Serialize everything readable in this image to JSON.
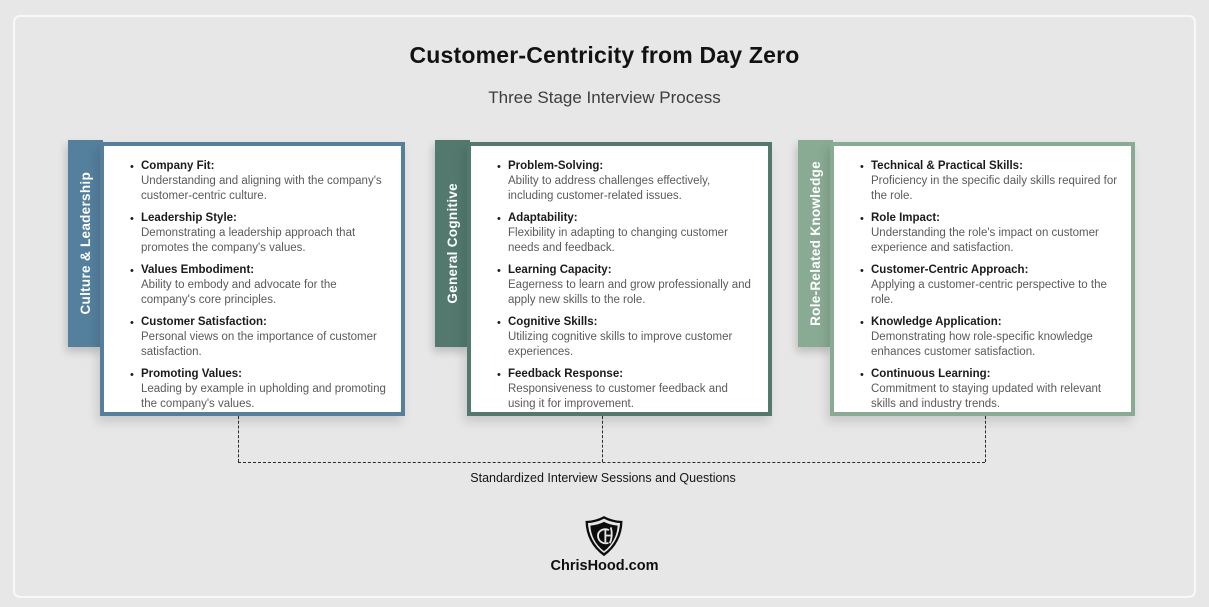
{
  "header": {
    "title": "Customer-Centricity from Day Zero",
    "subtitle": "Three Stage Interview Process"
  },
  "ui": {
    "bullet": "•"
  },
  "stages": [
    {
      "tab": "Culture & Leadership",
      "color": "#54809e",
      "items": [
        {
          "title": "Company Fit:",
          "desc": "Understanding and aligning with the company's customer-centric culture."
        },
        {
          "title": "Leadership Style:",
          "desc": "Demonstrating a leadership approach that promotes the company's values."
        },
        {
          "title": "Values Embodiment:",
          "desc": "Ability to embody and advocate for the company's core principles."
        },
        {
          "title": "Customer Satisfaction:",
          "desc": "Personal views on the importance of customer satisfaction."
        },
        {
          "title": "Promoting Values:",
          "desc": "Leading by example in upholding and promoting the company's values."
        }
      ]
    },
    {
      "tab": "General Cognitive",
      "color": "#53796f",
      "items": [
        {
          "title": "Problem-Solving:",
          "desc": "Ability to address challenges effectively, including customer-related issues."
        },
        {
          "title": "Adaptability:",
          "desc": "Flexibility in adapting to changing customer needs and feedback."
        },
        {
          "title": "Learning Capacity:",
          "desc": "Eagerness to learn and grow professionally and apply new skills to the role."
        },
        {
          "title": "Cognitive Skills:",
          "desc": "Utilizing cognitive skills to improve customer experiences."
        },
        {
          "title": "Feedback Response:",
          "desc": "Responsiveness to customer feedback and using it for improvement."
        }
      ]
    },
    {
      "tab": "Role-Related Knowledge",
      "color": "#8aab93",
      "items": [
        {
          "title": "Technical & Practical Skills:",
          "desc": "Proficiency in the specific daily skills required for the role."
        },
        {
          "title": "Role Impact:",
          "desc": "Understanding the role's impact on customer experience and satisfaction."
        },
        {
          "title": "Customer-Centric Approach:",
          "desc": "Applying a customer-centric perspective to the role."
        },
        {
          "title": "Knowledge Application:",
          "desc": "Demonstrating how role-specific knowledge enhances customer satisfaction."
        },
        {
          "title": "Continuous Learning:",
          "desc": "Commitment to staying updated with relevant skills and industry trends."
        }
      ]
    }
  ],
  "connector": {
    "label": "Standardized Interview Sessions and Questions"
  },
  "footer": {
    "brand": "ChrisHood.com",
    "logo": "shield-ch-monogram"
  }
}
